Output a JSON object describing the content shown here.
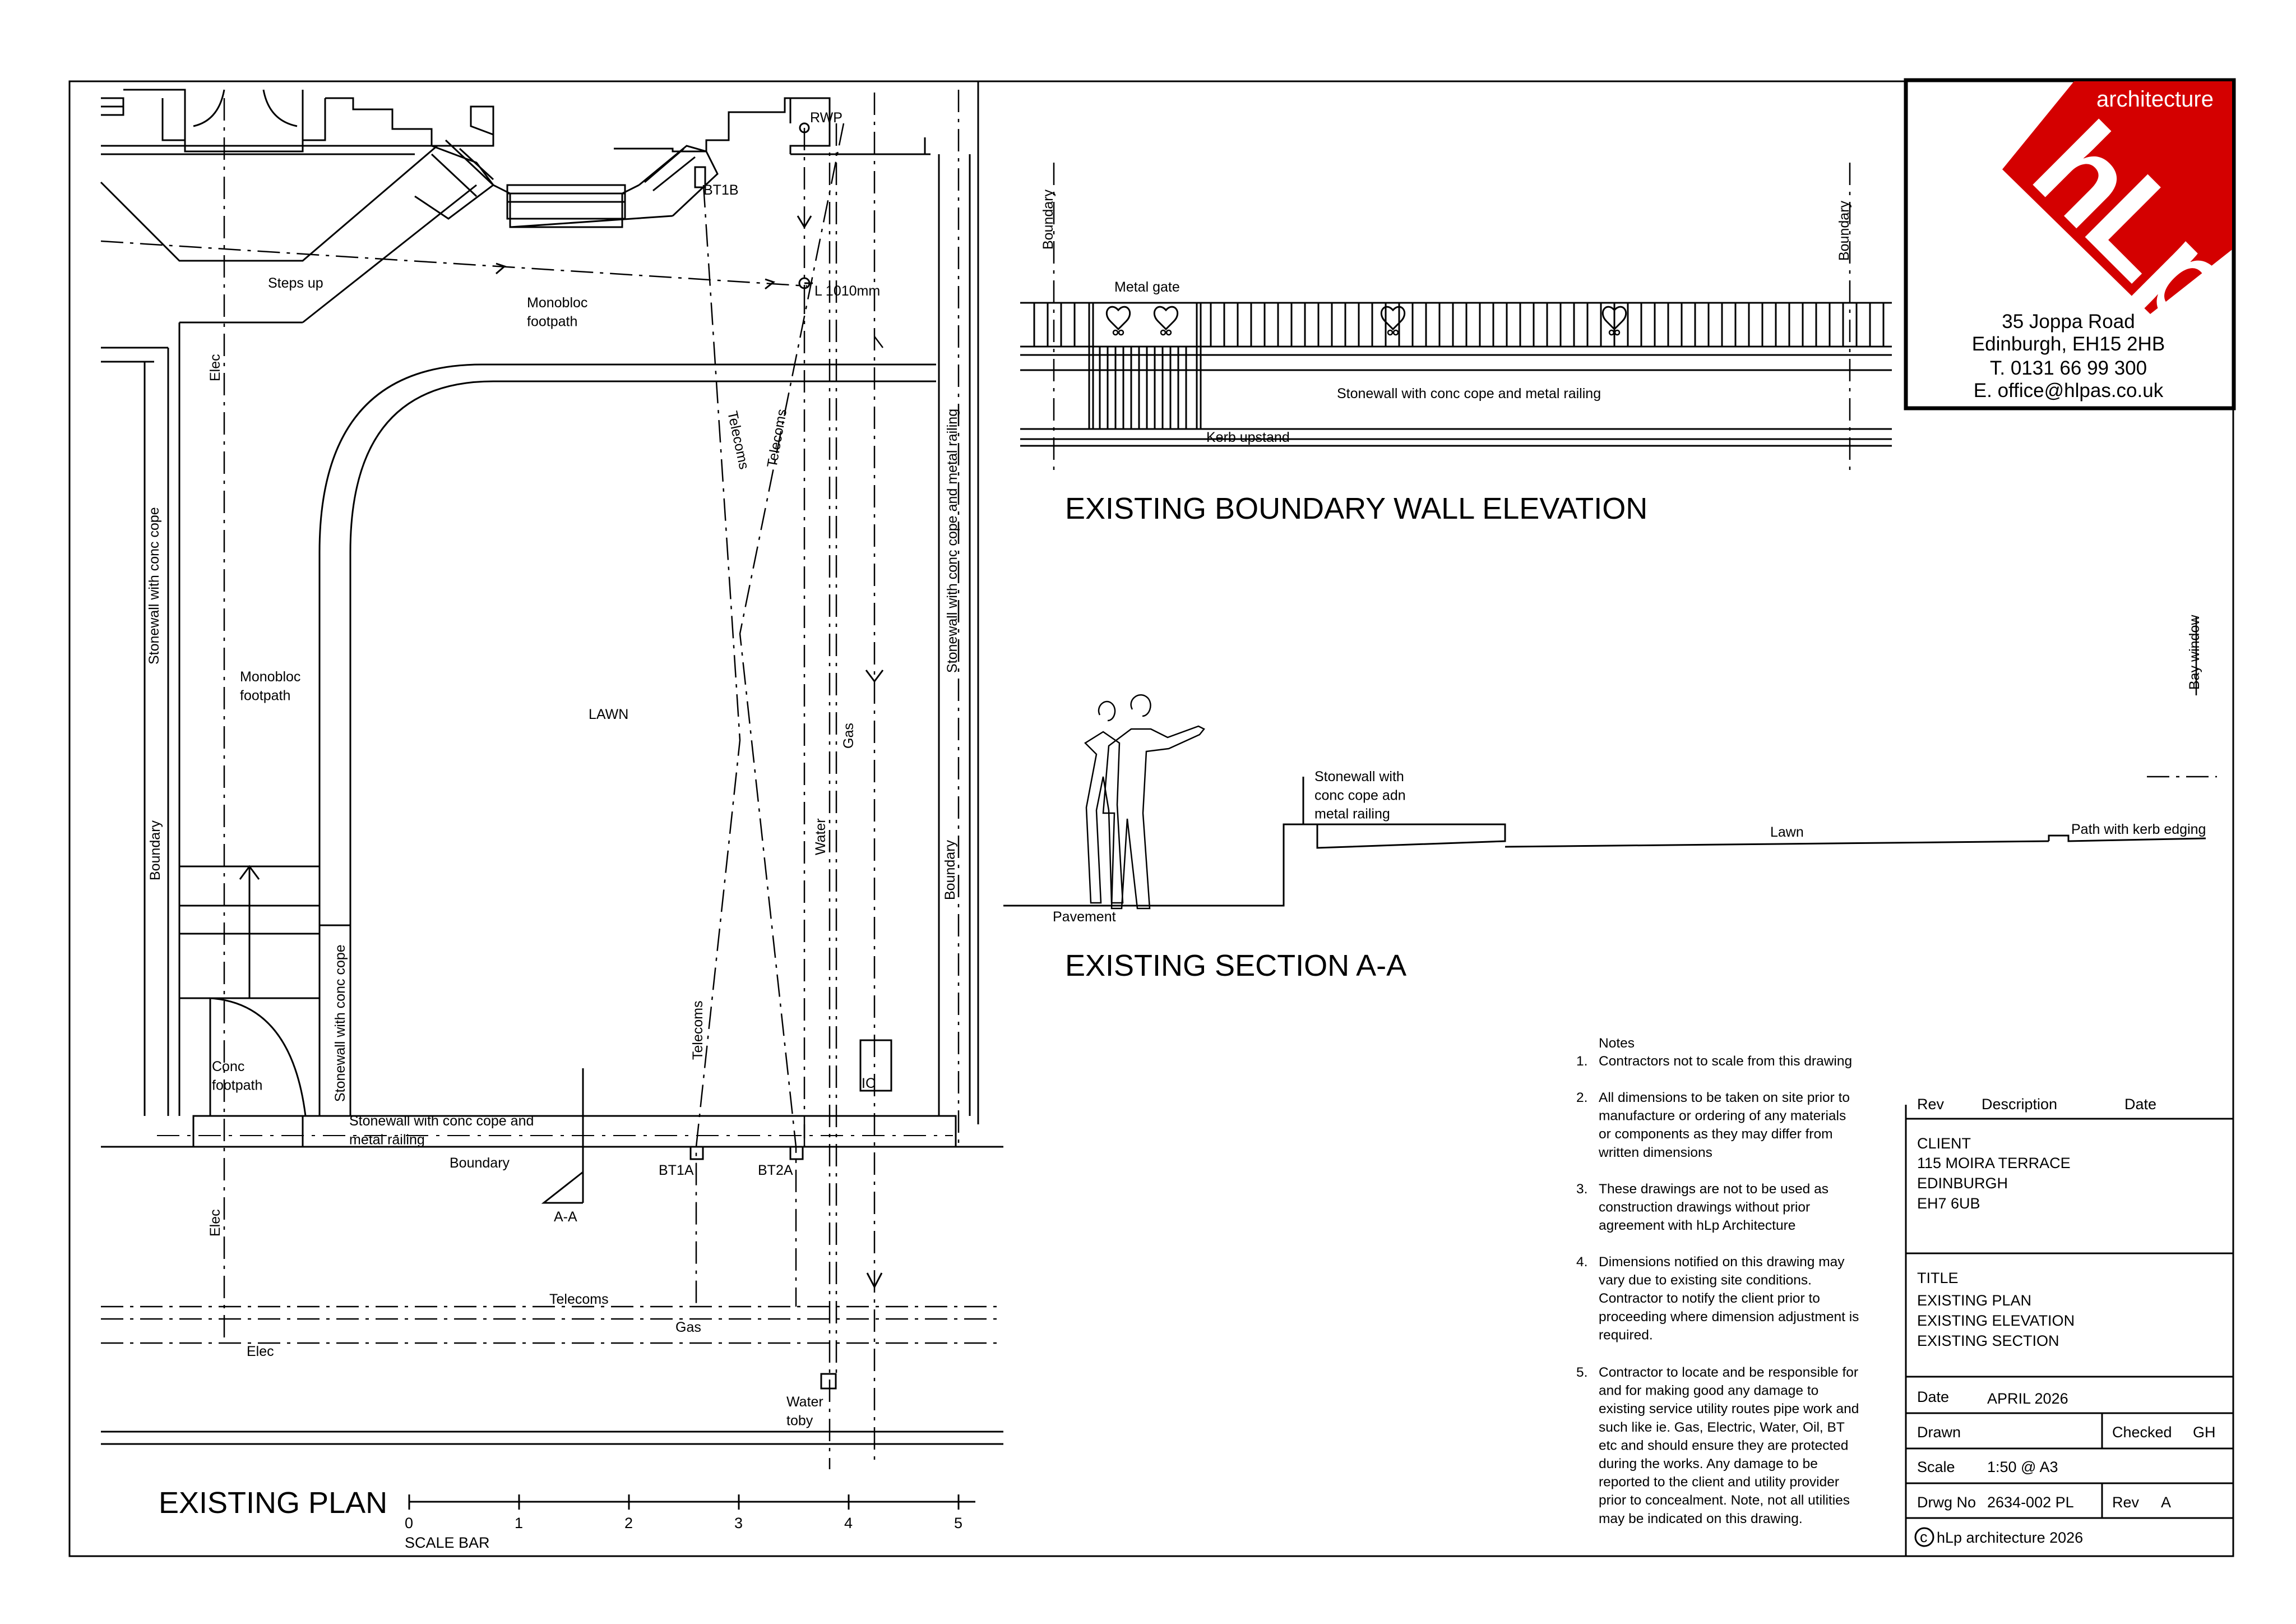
{
  "brand": {
    "word": "architecture",
    "logo_text": "hLp",
    "address_1": "35 Joppa Road",
    "address_2": "Edinburgh, EH15 2HB",
    "phone": "T. 0131 66 99 300",
    "email": "E. office@hlpas.co.uk",
    "red": "#d40000"
  },
  "plan": {
    "title": "EXISTING PLAN",
    "scale_bar_label": "SCALE BAR",
    "scale_ticks": [
      "0",
      "1",
      "2",
      "3",
      "4",
      "5"
    ],
    "labels": {
      "rwp": "RWP",
      "bt1b": "BT1B",
      "steps_up": "Steps up",
      "monobloc_top": "Monobloc\nfootpath",
      "level": "L 1010mm",
      "elec_v1": "Elec",
      "elec_v2": "Elec",
      "telecoms_d1": "Telecoms",
      "telecoms_d2": "Telecoms",
      "telecoms_d3": "Telecoms",
      "stonewall_left": "Stonewall with conc cope",
      "stonewall_right": "Stonewall with conc cope and metal railing",
      "monobloc_left": "Monobloc\nfootpath",
      "lawn": "LAWN",
      "gas_v": "Gas",
      "water_v": "Water",
      "boundary_left": "Boundary",
      "boundary_right": "Boundary",
      "stonewall_inner": "Stonewall with conc cope",
      "conc_footpath": "Conc\nfootpath",
      "ic": "IC",
      "stonewall_bottom": "Stonewall with conc cope and\nmetal railing",
      "boundary_bottom": "Boundary",
      "bt1a": "BT1A",
      "bt2a": "BT2A",
      "section_mark": "A-A",
      "telecoms_h": "Telecoms",
      "gas_h": "Gas",
      "elec_h": "Elec",
      "water_toby": "Water\ntoby"
    }
  },
  "elevation": {
    "title": "EXISTING BOUNDARY WALL ELEVATION",
    "labels": {
      "boundary_l": "Boundary",
      "boundary_r": "Boundary",
      "metal_gate": "Metal gate",
      "stonewall": "Stonewall with conc cope and metal railing",
      "kerb": "Kerb upstand"
    }
  },
  "section": {
    "title": "EXISTING SECTION A-A",
    "labels": {
      "bay_window": "Bay window",
      "stonewall": "Stonewall with\nconc cope adn\nmetal railing",
      "lawn": "Lawn",
      "path": "Path with kerb edging",
      "pavement": "Pavement"
    }
  },
  "notes": {
    "heading": "Notes",
    "items": [
      {
        "num": "1.",
        "text": "Contractors not to scale from this drawing"
      },
      {
        "num": "2.",
        "text": "All dimensions to be taken on site prior to\nmanufacture or ordering of any materials\nor components as they may differ from\nwritten dimensions"
      },
      {
        "num": "3.",
        "text": "These drawings are not to be used as\nconstruction drawings without prior\nagreement with hLp Architecture"
      },
      {
        "num": "4.",
        "text": "Dimensions notified on this drawing may\nvary due to existing site conditions.\nContractor to notify the client prior to\nproceeding where dimension adjustment is\nrequired."
      },
      {
        "num": "5.",
        "text": "Contractor to locate and be responsible for\nand for making good any damage to\nexisting service utility routes pipe work and\nsuch like ie. Gas, Electric, Water, Oil, BT\netc and should ensure they are protected\nduring the works. Any damage to be\nreported to the client and utility provider\nprior to concealment. Note, not all utilities\nmay be indicated on this drawing."
      }
    ]
  },
  "title_block": {
    "rev_head": "Rev",
    "desc_head": "Description",
    "date_head": "Date",
    "client_label": "CLIENT",
    "client_lines": "115 MOIRA TERRACE\nEDINBURGH\nEH7 6UB",
    "title_label": "TITLE",
    "title_lines": "EXISTING PLAN\nEXISTING ELEVATION\nEXISTING SECTION",
    "date_label": "Date",
    "date_value": "APRIL 2026",
    "drawn_label": "Drawn",
    "checked_label": "Checked",
    "checked_value": "GH",
    "scale_label": "Scale",
    "scale_value": "1:50 @ A3",
    "drwg_label": "Drwg No",
    "drwg_value": "2634-002 PL",
    "rev_label": "Rev",
    "rev_value": "A",
    "copyright_symbol": "c",
    "copyright": "hLp architecture 2026"
  }
}
